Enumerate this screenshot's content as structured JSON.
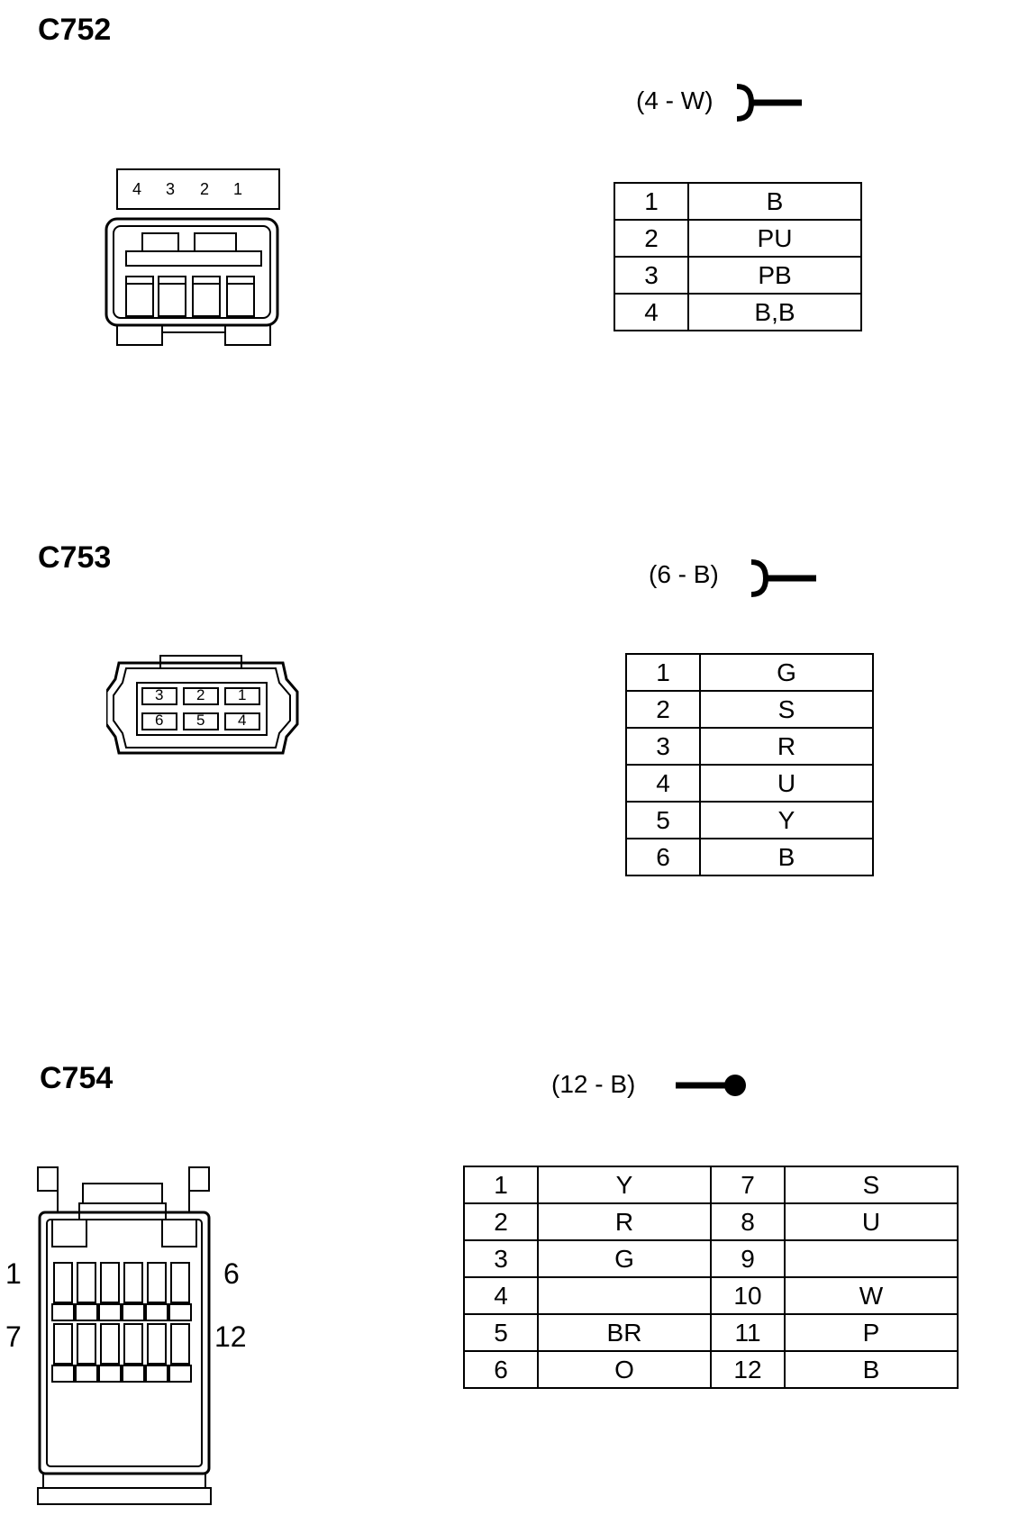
{
  "connectors": [
    {
      "id": "C752",
      "spec": "(4 - W)",
      "terminal_type": "female",
      "face_numbers": [
        "4",
        "3",
        "2",
        "1"
      ],
      "pins": [
        {
          "pin": "1",
          "color": "B"
        },
        {
          "pin": "2",
          "color": "PU"
        },
        {
          "pin": "3",
          "color": "PB"
        },
        {
          "pin": "4",
          "color": "B,B"
        }
      ]
    },
    {
      "id": "C753",
      "spec": "(6 - B)",
      "terminal_type": "female",
      "face_numbers": [
        "3",
        "2",
        "1",
        "6",
        "5",
        "4"
      ],
      "pins": [
        {
          "pin": "1",
          "color": "G"
        },
        {
          "pin": "2",
          "color": "S"
        },
        {
          "pin": "3",
          "color": "R"
        },
        {
          "pin": "4",
          "color": "U"
        },
        {
          "pin": "5",
          "color": "Y"
        },
        {
          "pin": "6",
          "color": "B"
        }
      ]
    },
    {
      "id": "C754",
      "spec": "(12 - B)",
      "terminal_type": "male",
      "face_numbers": [
        "1",
        "6",
        "7",
        "12"
      ],
      "pins": [
        {
          "pin": "1",
          "color": "Y",
          "pin_b": "7",
          "color_b": "S"
        },
        {
          "pin": "2",
          "color": "R",
          "pin_b": "8",
          "color_b": "U"
        },
        {
          "pin": "3",
          "color": "G",
          "pin_b": "9",
          "color_b": ""
        },
        {
          "pin": "4",
          "color": "",
          "pin_b": "10",
          "color_b": "W"
        },
        {
          "pin": "5",
          "color": "BR",
          "pin_b": "11",
          "color_b": "P"
        },
        {
          "pin": "6",
          "color": "O",
          "pin_b": "12",
          "color_b": "B"
        }
      ]
    }
  ]
}
